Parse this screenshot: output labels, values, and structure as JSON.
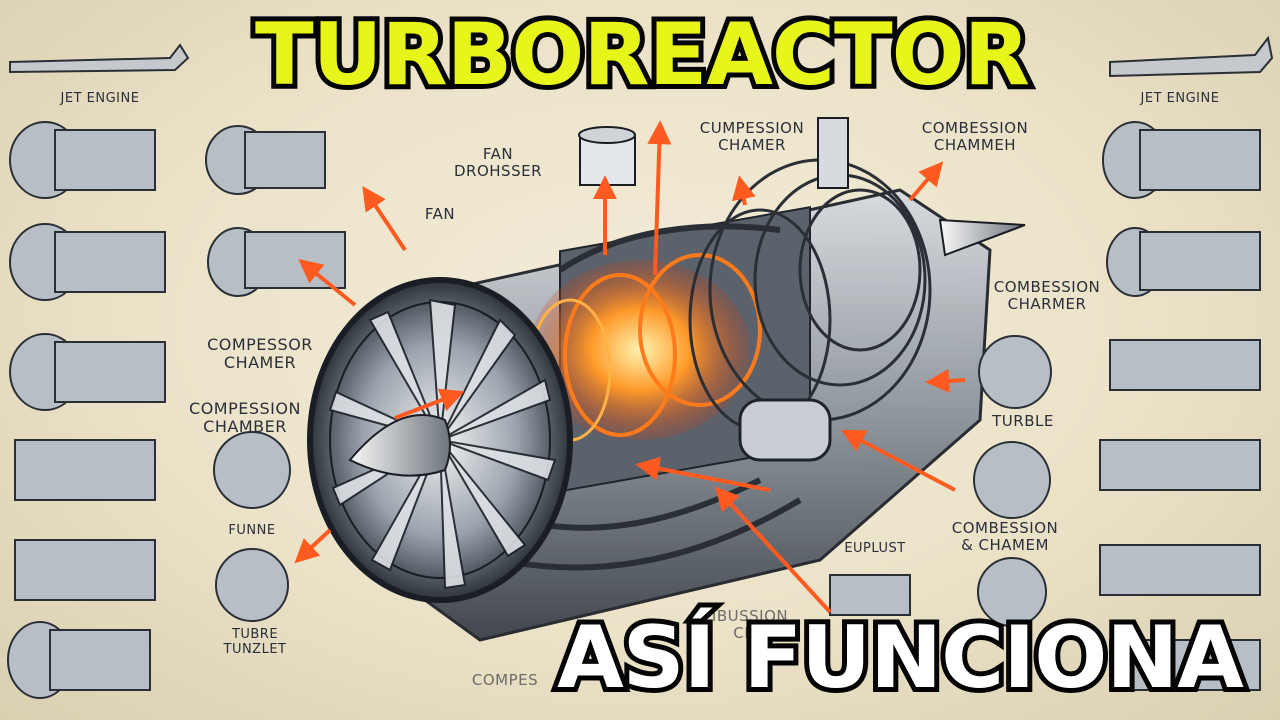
{
  "headline": {
    "top": "TURBOREACTOR",
    "bottom": "ASÍ FUNCIONA"
  },
  "labels": {
    "jet_engine_left": "JET ENGINE",
    "jet_engine_right": "JET ENGINE",
    "fan_dispenser": "FAN\nDROHSSER",
    "fan": "FAN",
    "cumpession_chamer": "CUMPESSION\nCHAMER",
    "combession_chammeh": "COMBESSION\nCHAMMEH",
    "compessor_chamer": "COMPESSOR\nCHAMER",
    "compession_chamber": "COMPESSION\nCHAMBER",
    "combession_charmer": "COMBESSION\nCHARMER",
    "turble": "TURBLE",
    "funne": "FUNNE",
    "combession_chamem": "COMBESSION\n& CHAMEM",
    "euplust": "EUPLUST",
    "tubre_tunzlet": "TUBRE\nTUNZLET",
    "ibussion_cha": "IBUSSION\nCHA",
    "compes_bottom": "COMPES"
  },
  "colors": {
    "headline_top": "#e8f51b",
    "headline_bottom": "#ffffff",
    "outline": "#050505",
    "arrow": "#ff5a1f",
    "paper": "#ebe2c8"
  }
}
